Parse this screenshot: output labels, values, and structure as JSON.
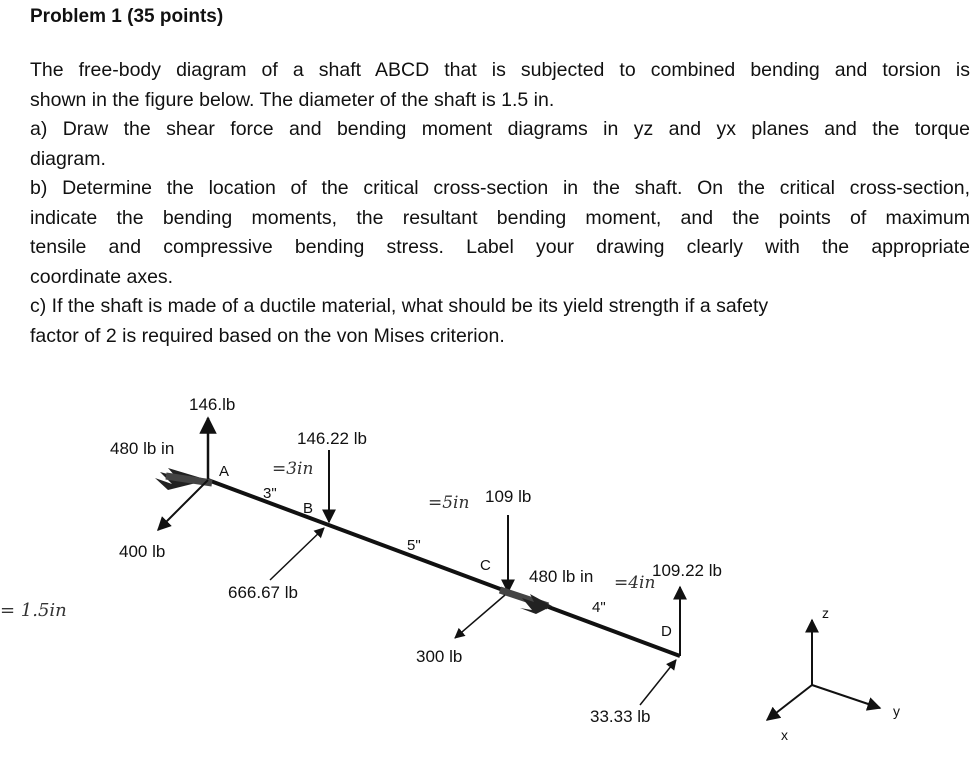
{
  "heading": "Problem 1 (35 points)",
  "body": {
    "l1": "The free-body diagram of a shaft ABCD that is subjected to combined bending and torsion is",
    "l2": "shown in the figure below. The diameter of the shaft is 1.5 in.",
    "l3": "a) Draw the shear force and bending moment diagrams in yz and yx planes and the torque",
    "l4": "diagram.",
    "l5": "b) Determine the location of the critical cross-section in the shaft. On the critical cross-section,",
    "l6": "indicate the bending moments, the resultant bending moment, and the points of maximum",
    "l7": "tensile and compressive bending stress. Label your drawing clearly with the appropriate",
    "l8": "coordinate axes.",
    "l9": "c) If the shaft is made of a ductile material, what should be its yield strength if a safety",
    "l10": "factor of 2 is required based on the von Mises criterion."
  },
  "figure": {
    "points": {
      "a": "A",
      "b": "B",
      "c": "C",
      "d": "D"
    },
    "forces": {
      "a_up": "146.lb",
      "a_torque": "480 lb in",
      "a_x": "400 lb",
      "b_down": "146.22 lb",
      "b_x": "666.67 lb",
      "c_down": "109 lb",
      "c_torque": "480 lb in",
      "c_x": "300 lb",
      "d_up": "109.22 lb",
      "d_x": "33.33 lb"
    },
    "dimensions": {
      "ab": "3\"",
      "bc": "5\"",
      "cd": "4\""
    },
    "axes": {
      "z": "z",
      "y": "y",
      "x": "x"
    }
  },
  "annotations": {
    "b_note": "=3in",
    "c_note": "=5in",
    "d_note": "=4in",
    "left_note": "= 1.5in"
  }
}
